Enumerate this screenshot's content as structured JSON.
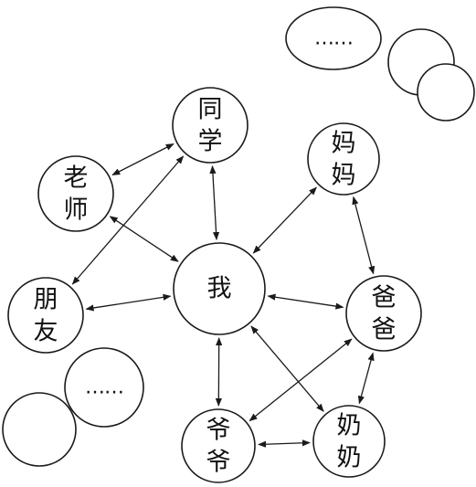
{
  "nodes": {
    "me": {
      "label": "我"
    },
    "classmate": {
      "line1": "同",
      "line2": "学"
    },
    "teacher": {
      "line1": "老",
      "line2": "师"
    },
    "friend": {
      "line1": "朋",
      "line2": "友"
    },
    "mom": {
      "line1": "妈",
      "line2": "妈"
    },
    "dad": {
      "line1": "爸",
      "line2": "爸"
    },
    "grandpa": {
      "line1": "爷",
      "line2": "爷"
    },
    "grandma": {
      "line1": "奶",
      "line2": "奶"
    },
    "more_top": {
      "label": "……"
    },
    "more_bottom": {
      "label": "……"
    }
  },
  "edges": [
    {
      "from": "teacher",
      "to": "classmate",
      "direction": "both"
    },
    {
      "from": "teacher",
      "to": "me",
      "direction": "both"
    },
    {
      "from": "classmate",
      "to": "me",
      "direction": "both"
    },
    {
      "from": "classmate",
      "to": "friend",
      "direction": "both"
    },
    {
      "from": "friend",
      "to": "me",
      "direction": "both"
    },
    {
      "from": "mom",
      "to": "me",
      "direction": "both"
    },
    {
      "from": "mom",
      "to": "dad",
      "direction": "both"
    },
    {
      "from": "dad",
      "to": "me",
      "direction": "both"
    },
    {
      "from": "dad",
      "to": "grandpa",
      "direction": "both"
    },
    {
      "from": "dad",
      "to": "grandma",
      "direction": "both"
    },
    {
      "from": "me",
      "to": "grandpa",
      "direction": "both"
    },
    {
      "from": "me",
      "to": "grandma",
      "direction": "both"
    },
    {
      "from": "grandpa",
      "to": "grandma",
      "direction": "both"
    }
  ]
}
